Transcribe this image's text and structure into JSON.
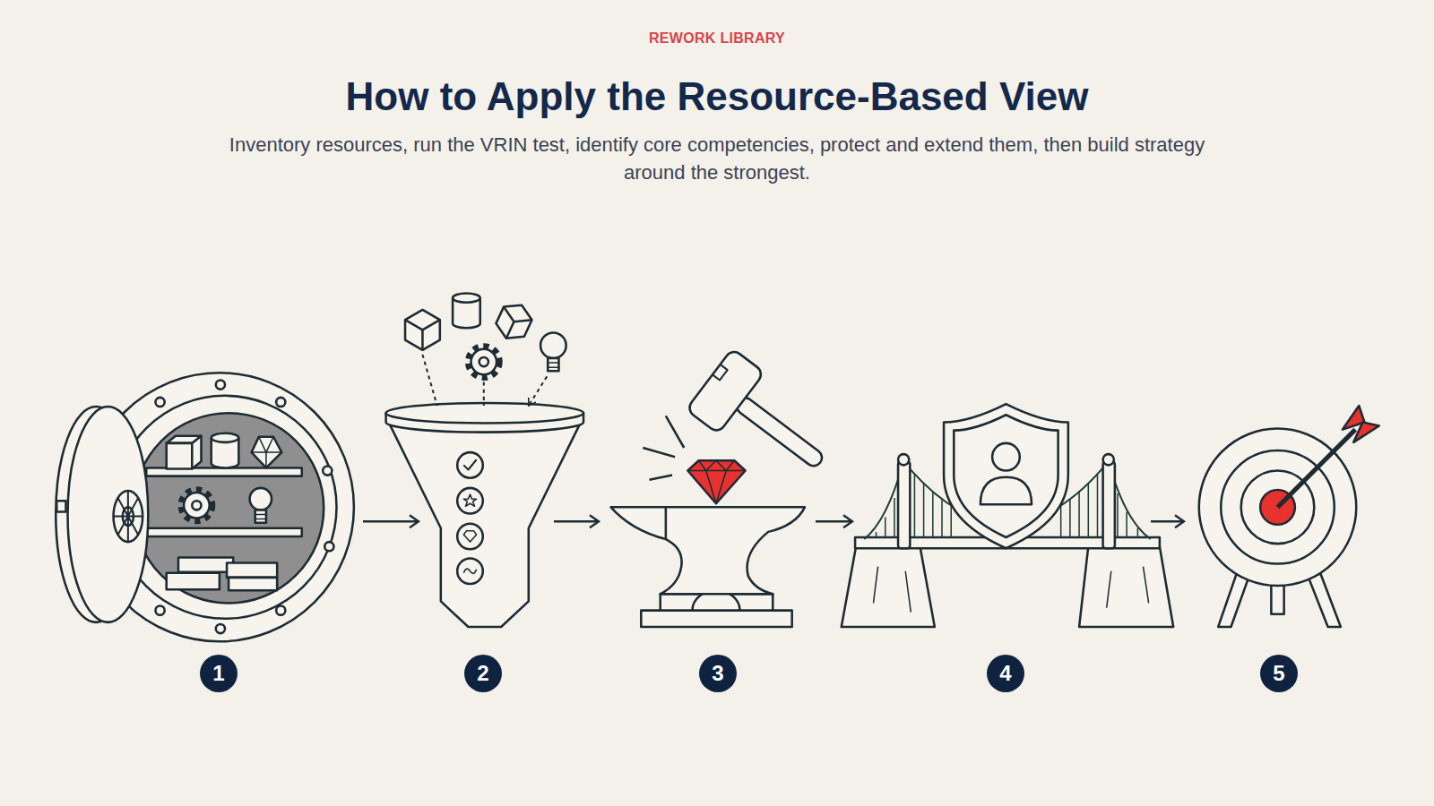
{
  "diagram": {
    "title": "How to Apply the Resource-Based View",
    "caption": "Inventory resources, run the VRIN test, identify core competencies, protect and extend them, then build strategy around the strongest.",
    "nodes": [
      {
        "text": [
          "1"
        ]
      },
      {
        "text": [
          "2"
        ]
      },
      {
        "text": [
          "3"
        ]
      },
      {
        "text": [
          "4"
        ]
      },
      {
        "text": [
          "5"
        ]
      }
    ],
    "edges": [
      {
        "from": 0,
        "to": 1,
        "arrow": "to"
      },
      {
        "from": 1,
        "to": 2,
        "arrow": "to"
      },
      {
        "from": 2,
        "to": 3,
        "arrow": "to"
      },
      {
        "from": 3,
        "to": 4,
        "arrow": "to"
      }
    ],
    "labels": [
      "REWORK LIBRARY"
    ]
  }
}
